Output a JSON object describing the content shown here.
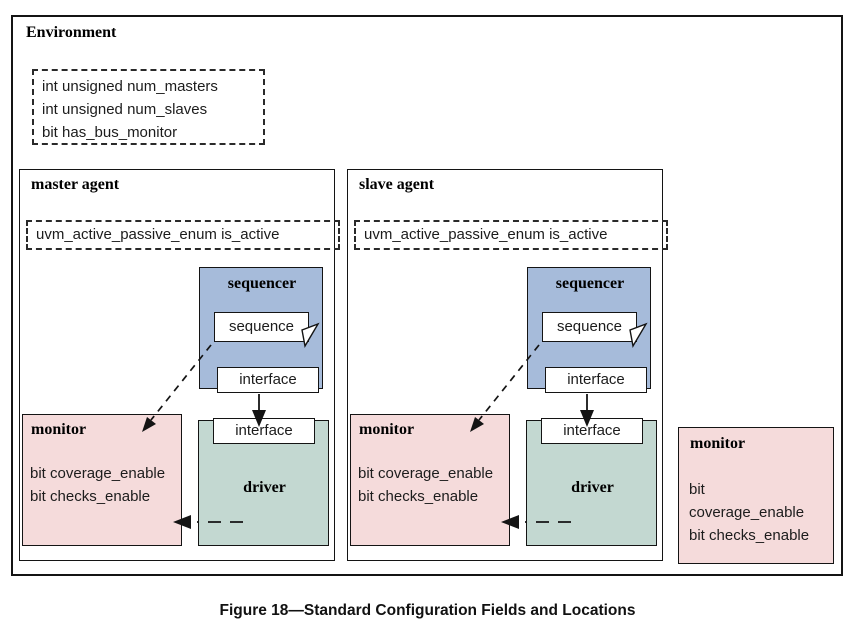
{
  "figure": {
    "caption": "Figure 18—Standard Configuration Fields and Locations"
  },
  "environment": {
    "title": "Environment",
    "config_fields": [
      "int unsigned num_masters",
      "int unsigned num_slaves",
      "bit has_bus_monitor"
    ]
  },
  "master_agent": {
    "title": "master agent",
    "is_active_field": "uvm_active_passive_enum is_active",
    "sequencer": {
      "title": "sequencer",
      "sequence_label": "sequence",
      "interface_label": "interface"
    },
    "driver": {
      "title": "driver",
      "interface_label": "interface"
    },
    "monitor": {
      "title": "monitor",
      "fields": [
        "bit coverage_enable",
        "bit checks_enable"
      ]
    }
  },
  "slave_agent": {
    "title": "slave agent",
    "is_active_field": "uvm_active_passive_enum is_active",
    "sequencer": {
      "title": "sequencer",
      "sequence_label": "sequence",
      "interface_label": "interface"
    },
    "driver": {
      "title": "driver",
      "interface_label": "interface"
    },
    "monitor": {
      "title": "monitor",
      "fields": [
        "bit coverage_enable",
        "bit checks_enable"
      ]
    }
  },
  "bus_monitor": {
    "title": "monitor",
    "lines": [
      "bit",
      "coverage_enable",
      "bit checks_enable"
    ]
  },
  "colors": {
    "sequencer_fill": "#a6bbda",
    "monitor_fill": "#f5dbdb",
    "driver_fill": "#c3d8d1",
    "border": "#141414"
  }
}
